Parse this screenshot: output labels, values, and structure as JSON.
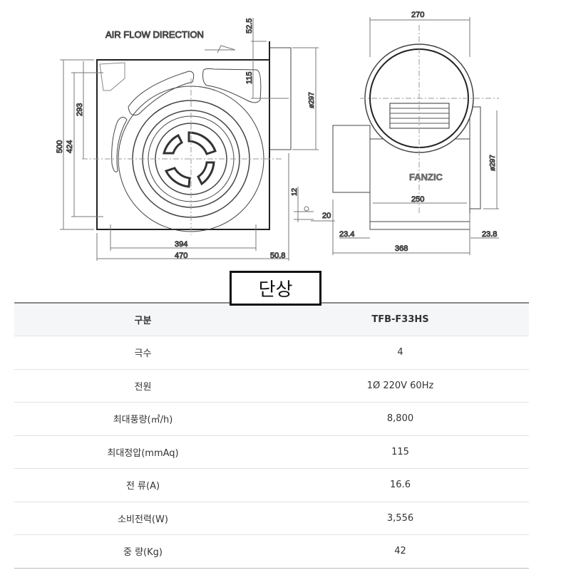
{
  "drawing": {
    "air_flow_label": "AIR FLOW DIRECTION",
    "brand": "FANZIC",
    "dims": {
      "d500": "500",
      "d424": "424",
      "d293": "293",
      "d52_5": "52.5",
      "d115": "115",
      "d297_left": "ø297",
      "d12": "12",
      "d20": "20",
      "d394": "394",
      "d470": "470",
      "d50_8": "50.8",
      "d270": "270",
      "d297_right": "ø297",
      "d250": "250",
      "d23_4": "23.4",
      "d23_8": "23.8",
      "d368": "368"
    }
  },
  "title": "단상",
  "table": {
    "header": {
      "label": "구분",
      "value": "TFB-F33HS"
    },
    "rows": [
      {
        "label": "극수",
        "value": "4"
      },
      {
        "label": "전원",
        "value": "1Ø 220V 60Hz"
      },
      {
        "label": "최대풍량(㎥/h)",
        "value": "8,800"
      },
      {
        "label": "최대정압(mmAq)",
        "value": "115"
      },
      {
        "label": "전 류(A)",
        "value": "16.6"
      },
      {
        "label": "소비전력(W)",
        "value": "3,556"
      },
      {
        "label": "중 량(Kg)",
        "value": "42"
      }
    ]
  }
}
